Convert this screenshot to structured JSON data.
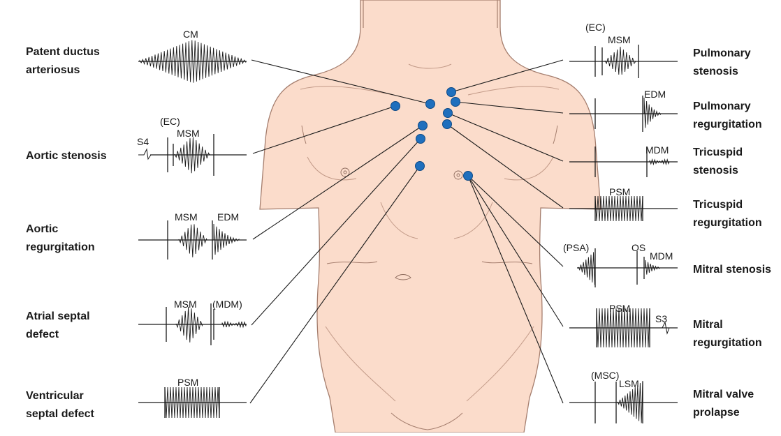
{
  "colors": {
    "skin": "#fbdccb",
    "skin_shadow": "#f3c2aa",
    "outline": "#a57e6e",
    "point": "#1f6fbd",
    "point_edge": "#0e4a86",
    "ink": "#1a1a1a"
  },
  "left_conditions": [
    {
      "id": "pda",
      "label_lines": [
        "Patent ductus",
        "arteriosus"
      ],
      "tags": [
        "CM"
      ]
    },
    {
      "id": "as",
      "label_lines": [
        "Aortic stenosis"
      ],
      "tags": [
        "S4",
        "(EC)",
        "MSM"
      ]
    },
    {
      "id": "ar",
      "label_lines": [
        "Aortic",
        "regurgitation"
      ],
      "tags": [
        "MSM",
        "EDM"
      ]
    },
    {
      "id": "asd",
      "label_lines": [
        "Atrial septal",
        "defect"
      ],
      "tags": [
        "MSM",
        "(MDM)"
      ]
    },
    {
      "id": "vsd",
      "label_lines": [
        "Ventricular",
        "septal defect"
      ],
      "tags": [
        "PSM"
      ]
    }
  ],
  "right_conditions": [
    {
      "id": "ps",
      "label_lines": [
        "Pulmonary",
        "stenosis"
      ],
      "tags": [
        "(EC)",
        "MSM"
      ]
    },
    {
      "id": "pr",
      "label_lines": [
        "Pulmonary",
        "regurgitation"
      ],
      "tags": [
        "EDM"
      ]
    },
    {
      "id": "ts",
      "label_lines": [
        "Tricuspid",
        "stenosis"
      ],
      "tags": [
        "MDM"
      ]
    },
    {
      "id": "tr",
      "label_lines": [
        "Tricuspid",
        "regurgitation"
      ],
      "tags": [
        "PSM"
      ]
    },
    {
      "id": "ms",
      "label_lines": [
        "Mitral stenosis"
      ],
      "tags": [
        "(PSA)",
        "OS",
        "MDM"
      ]
    },
    {
      "id": "mr",
      "label_lines": [
        "Mitral",
        "regurgitation"
      ],
      "tags": [
        "PSM",
        "S3"
      ]
    },
    {
      "id": "mvp",
      "label_lines": [
        "Mitral valve",
        "prolapse"
      ],
      "tags": [
        "(MSC)",
        "LSM"
      ]
    }
  ]
}
